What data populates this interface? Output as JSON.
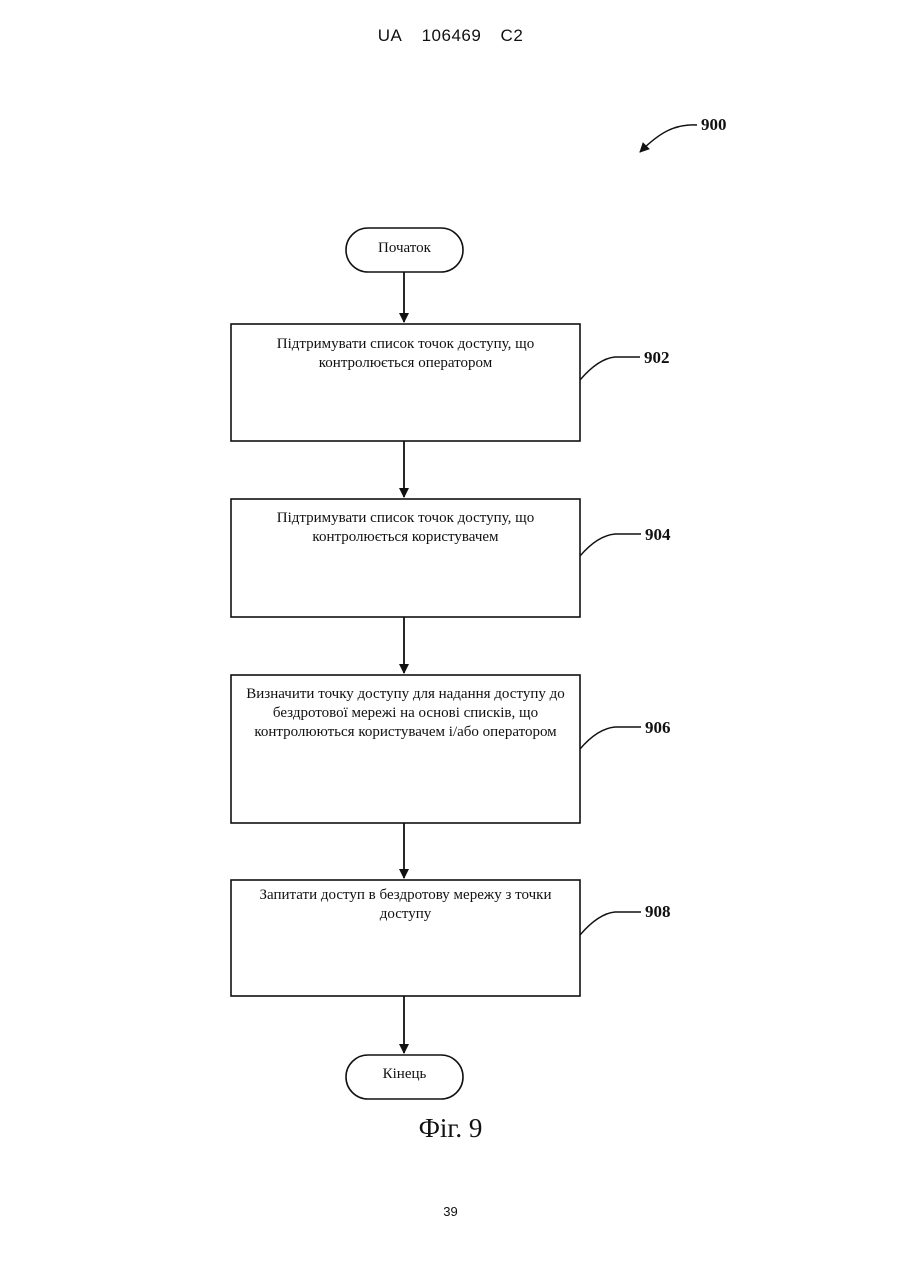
{
  "header": {
    "country": "UA",
    "number": "106469",
    "kind": "C2"
  },
  "figure": {
    "ref": "900",
    "caption": "Фіг. 9"
  },
  "nodes": {
    "start": {
      "label": "Початок"
    },
    "step_902": {
      "ref": "902",
      "text": "Підтримувати список точок доступу, що контролюється оператором"
    },
    "step_904": {
      "ref": "904",
      "text": "Підтримувати список точок доступу, що контролюється користувачем"
    },
    "step_906": {
      "ref": "906",
      "text": "Визначити точку доступу для надання доступу до бездротової мережі на основі списків, що контролюються користувачем і/або оператором"
    },
    "step_908": {
      "ref": "908",
      "text": "Запитати доступ в бездротову мережу з точки доступу"
    },
    "end": {
      "label": "Кінець"
    }
  },
  "page_number": "39"
}
